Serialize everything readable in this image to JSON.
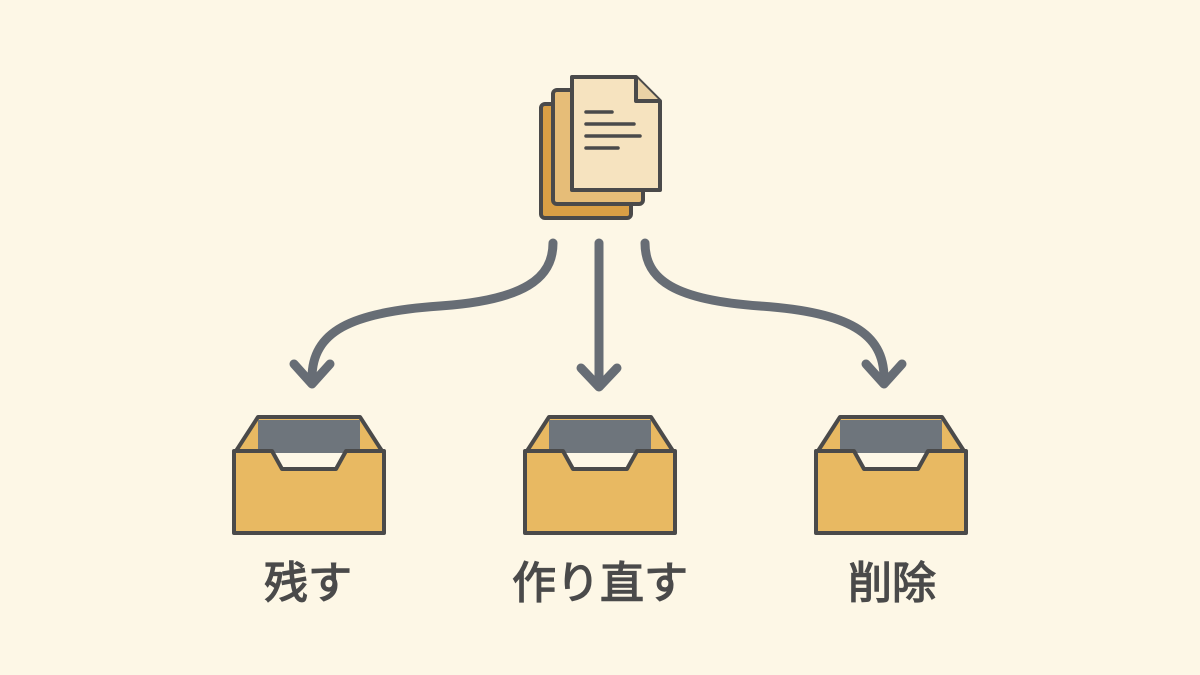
{
  "colors": {
    "background": "#fdf7e6",
    "outline": "#4a4a4a",
    "arrow": "#676d75",
    "box_fill": "#e8b962",
    "box_inner": "#6e757c",
    "document_front": "#f6e3bf",
    "document_middle": "#e6bd78",
    "document_back": "#d99f45",
    "label_text": "#4a4a4a"
  },
  "icons": {
    "source": "document-stack-icon",
    "destination": "tray-box-icon"
  },
  "branches": [
    {
      "label": "残す"
    },
    {
      "label": "作り直す"
    },
    {
      "label": "削除"
    }
  ]
}
